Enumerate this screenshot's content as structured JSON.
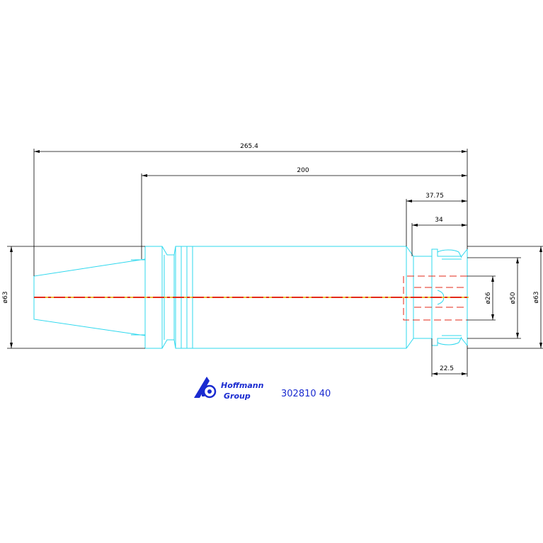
{
  "colors": {
    "outline": "#2fd8ee",
    "dimension": "#000000",
    "centerline_red": "#e32a1a",
    "centerline_yellow": "#e8c23a",
    "brand": "#1a2bd0"
  },
  "dimensions": {
    "overall_length": "265.4",
    "body_length": "200",
    "nut_length": "37.75",
    "nut_inner_length": "34",
    "collet_depth": "22.5",
    "shank_diameter": "ø63",
    "bore_diameter": "ø26",
    "nut_diameter": "ø50",
    "outer_diameter": "ø63"
  },
  "logo": {
    "line1": "Hoffmann",
    "line2": "Group"
  },
  "part_number": "302810 40"
}
